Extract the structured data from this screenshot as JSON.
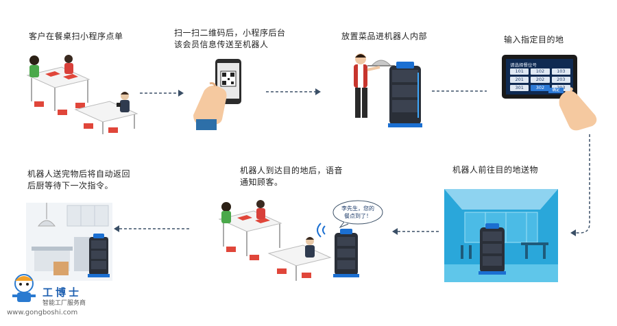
{
  "steps": [
    {
      "label": "客户在餐桌扫小程序点单"
    },
    {
      "label": "扫一扫二维码后，小程序后台\n该会员信息传送至机器人"
    },
    {
      "label": "放置菜品进机器人内部"
    },
    {
      "label": "输入指定目的地"
    },
    {
      "label": "机器人前往目的地送物"
    },
    {
      "label": "机器人到达目的地后，语音\n通知顾客。"
    },
    {
      "label": "机器人送完物后将自动返回\n后厨等待下一次指令。"
    }
  ],
  "bubble": {
    "text": "李先生，您的\n餐点到了！"
  },
  "tablet": {
    "header": "请选择餐位号",
    "cells": [
      "101",
      "102",
      "103",
      "201",
      "202",
      "203",
      "301",
      "302",
      "303"
    ],
    "selected": "302",
    "button": "确定"
  },
  "watermark": {
    "name": "工博士",
    "subtitle": "智能工厂服务商",
    "url": "www.gongboshi.com"
  },
  "colors": {
    "arrow": "#3a4f66",
    "accent_blue": "#1b6fd1",
    "robot_dark": "#2a2f38",
    "room_blue": "#2aa7da",
    "chair_red": "#e0463a"
  }
}
